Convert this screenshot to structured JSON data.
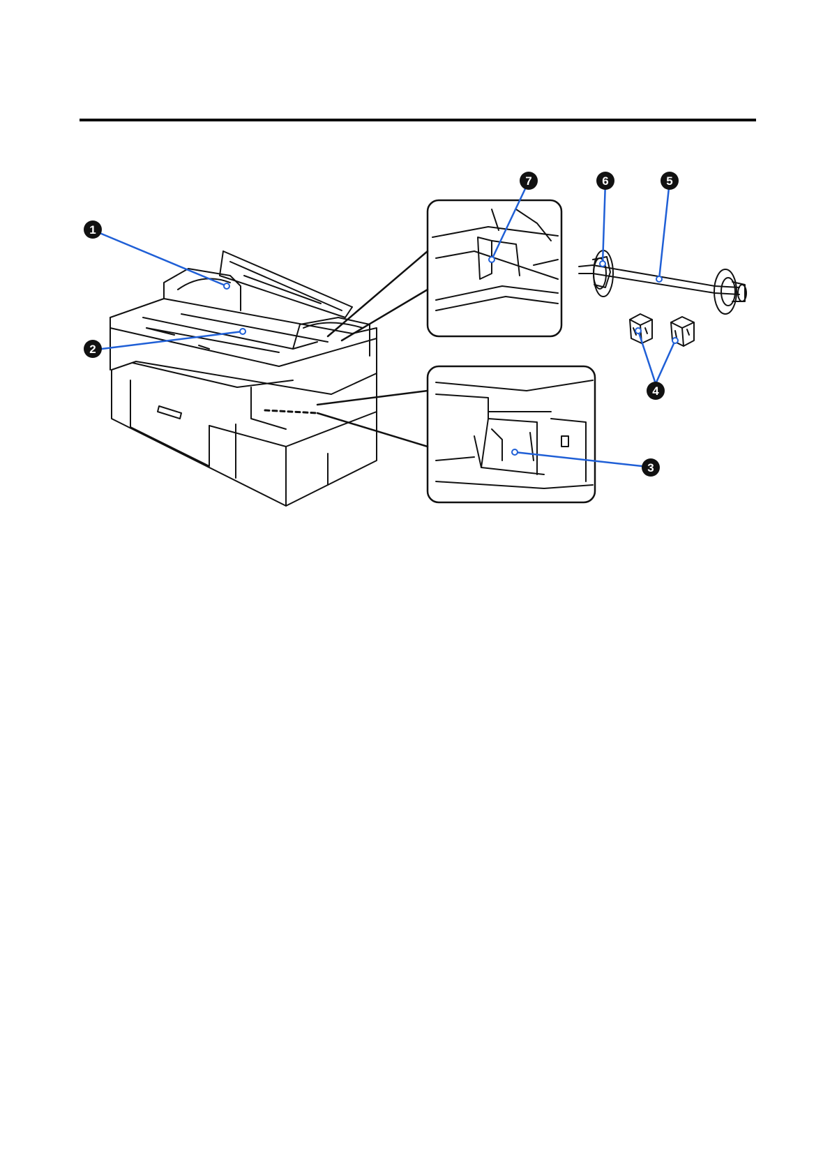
{
  "callouts": [
    {
      "id": "c1",
      "label": "1"
    },
    {
      "id": "c2",
      "label": "2"
    },
    {
      "id": "c3",
      "label": "3"
    },
    {
      "id": "c4",
      "label": "4"
    },
    {
      "id": "c5",
      "label": "5"
    },
    {
      "id": "c6",
      "label": "6"
    },
    {
      "id": "c7",
      "label": "7"
    }
  ],
  "colors": {
    "leader": "#1f5fd6",
    "outline": "#111111",
    "rule": "#000000"
  }
}
